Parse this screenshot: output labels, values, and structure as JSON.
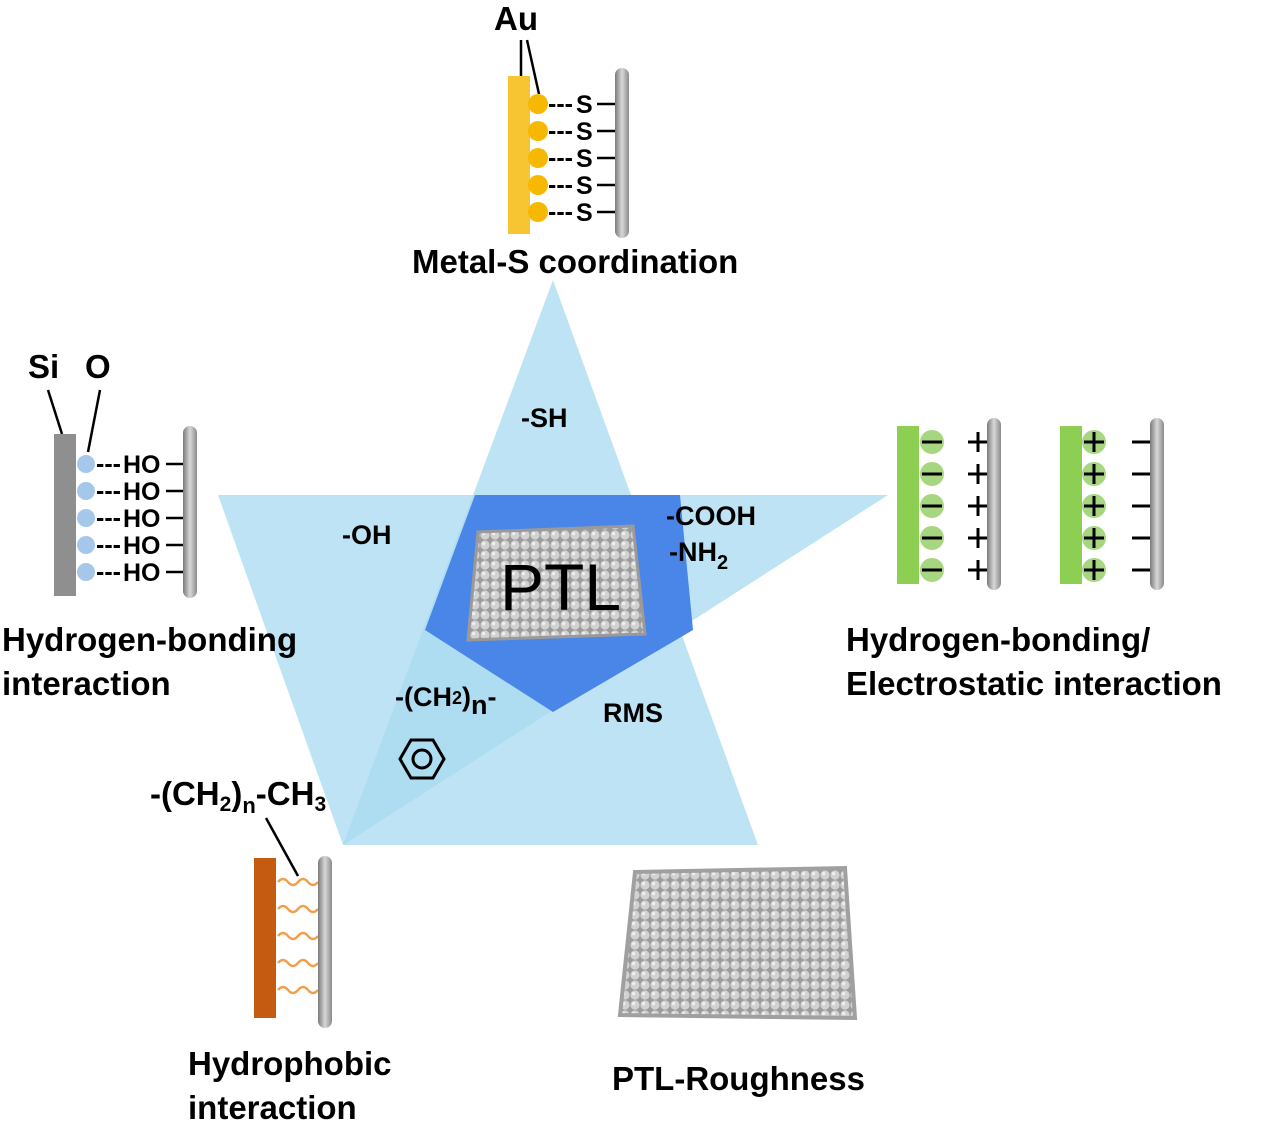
{
  "center": {
    "label": "PTL"
  },
  "groups": {
    "sh": "-SH",
    "oh": "-OH",
    "cooh": "-COOH",
    "nh": "-NH",
    "nh_sub": "2",
    "ch2n_pre": "-(CH",
    "ch2n_sub": "2",
    "ch2n_mid": ")",
    "ch2n_n": "n",
    "ch2n_post": "-",
    "rms": "RMS"
  },
  "metal_s": {
    "element": "Au",
    "atom": "S",
    "link": "---",
    "count": 5,
    "caption": "Metal-S coordination"
  },
  "hydrogen": {
    "si": "Si",
    "o": "O",
    "link": "---",
    "atom": "HO",
    "count": 5,
    "caption_line1": "Hydrogen-bonding",
    "caption_line2": "interaction"
  },
  "electrostatic": {
    "minus": "−",
    "plus": "+",
    "count": 5,
    "caption_line1": "Hydrogen-bonding/",
    "caption_line2": "Electrostatic interaction"
  },
  "hydrophobic": {
    "chain_pre": "-(CH",
    "chain_sub": "2",
    "chain_mid": ")",
    "chain_n": "n",
    "chain_post": "-CH",
    "chain_sub3": "3",
    "caption_line1": "Hydrophobic",
    "caption_line2": "interaction"
  },
  "roughness": {
    "caption": "PTL-Roughness"
  },
  "colors": {
    "star_light": "#a8d9f0",
    "star_mid": "#62abe6",
    "star_dark": "#4a86e8",
    "gold_bar": "#f7c531",
    "gold_dot": "#f6b800",
    "si_bar": "#8f8f8f",
    "o_dot": "#a5c8ea",
    "green_bar": "#8ccf52",
    "green_dot": "#a6d67f",
    "orange_bar": "#c55a11",
    "orange_wave": "#f0a04b",
    "ptl_gray": "#b8b8b8"
  }
}
